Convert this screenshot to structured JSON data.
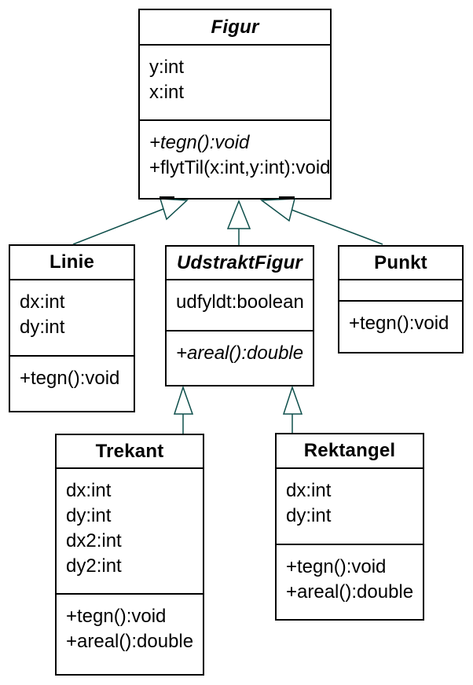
{
  "diagram_type": "uml-class-diagram",
  "colors": {
    "background": "#ffffff",
    "box_border": "#000000",
    "box_fill": "#ffffff",
    "connector": "#0e4f4b",
    "text": "#000000"
  },
  "classes": {
    "figur": {
      "name": "Figur",
      "abstract": true,
      "attributes": [
        "y:int",
        "x:int"
      ],
      "methods": [
        {
          "text": "+tegn():void",
          "abstract": true
        },
        {
          "text": "+flytTil(x:int,y:int):void",
          "abstract": false
        }
      ]
    },
    "linie": {
      "name": "Linie",
      "abstract": false,
      "attributes": [
        "dx:int",
        "dy:int"
      ],
      "methods": [
        {
          "text": "+tegn():void",
          "abstract": false
        }
      ]
    },
    "udstraktfigur": {
      "name": "UdstraktFigur",
      "abstract": true,
      "attributes": [
        "udfyldt:boolean"
      ],
      "methods": [
        {
          "text": "+areal():double",
          "abstract": true
        }
      ]
    },
    "punkt": {
      "name": "Punkt",
      "abstract": false,
      "attributes": [],
      "methods": [
        {
          "text": "+tegn():void",
          "abstract": false
        }
      ]
    },
    "trekant": {
      "name": "Trekant",
      "abstract": false,
      "attributes": [
        "dx:int",
        "dy:int",
        "dx2:int",
        "dy2:int"
      ],
      "methods": [
        {
          "text": "+tegn():void",
          "abstract": false
        },
        {
          "text": "+areal():double",
          "abstract": false
        }
      ]
    },
    "rektangel": {
      "name": "Rektangel",
      "abstract": false,
      "attributes": [
        "dx:int",
        "dy:int"
      ],
      "methods": [
        {
          "text": "+tegn():void",
          "abstract": false
        },
        {
          "text": "+areal():double",
          "abstract": false
        }
      ]
    }
  },
  "relations": [
    {
      "type": "generalization",
      "from": "Linie",
      "to": "Figur"
    },
    {
      "type": "generalization",
      "from": "UdstraktFigur",
      "to": "Figur"
    },
    {
      "type": "generalization",
      "from": "Punkt",
      "to": "Figur"
    },
    {
      "type": "generalization",
      "from": "Trekant",
      "to": "UdstraktFigur"
    },
    {
      "type": "generalization",
      "from": "Rektangel",
      "to": "UdstraktFigur"
    }
  ]
}
